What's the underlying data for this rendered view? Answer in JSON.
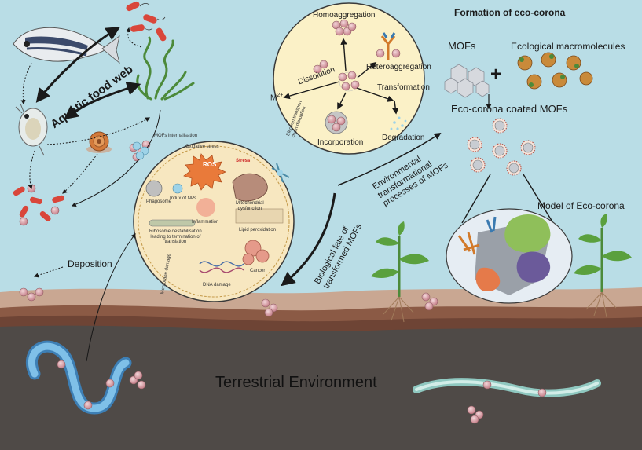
{
  "labels": {
    "aquatic_food_web": "Aquatic food web",
    "formation_eco_corona": "Formation of eco-corona",
    "mofs": "MOFs",
    "ecological_macromolecules": "Ecological macromolecules",
    "plus": "+",
    "eco_corona_coated": "Eco-corona coated MOFs",
    "model_eco_corona": "Model of Eco-corona",
    "environmental_processes": [
      "Environmental",
      "transformational",
      "processes of MOFs"
    ],
    "biological_fate": [
      "Biological fate of",
      "transformed MOFs"
    ],
    "deposition": "Deposition",
    "terrestrial_environment": "Terrestrial Environment",
    "mofs_internalisation": "MOFs internalisation",
    "electron_transport": [
      "Electron transport",
      "chain disruption"
    ],
    "membrane_damage": "Membrane damage"
  },
  "transformation_circle": {
    "homoaggregation": "Homoaggregation",
    "heteroaggregation": "Heteroaggregation",
    "dissolution": "Dissolution",
    "m2": "M",
    "m2_sup": "2+",
    "transformation": "Transformation",
    "incorporation": "Incorporation",
    "degradation": "Degradation"
  },
  "cell_circle": {
    "oxidative_stress": "Oxidative stress",
    "ros": "ROS",
    "stress": "Stress",
    "phagosome": "Phagosome",
    "influx": "Influx of NPs",
    "mitochondrial": [
      "Mitochondrial",
      "dysfunction"
    ],
    "inflammation": "Inflammation",
    "ribosome": [
      "Ribosome destabilisation",
      "leading to termination of",
      "translation"
    ],
    "lipid_peroxidation": "Lipid peroxidation",
    "dna_damage": "DNA damage",
    "cancer": "Cancer"
  },
  "colors": {
    "water": "#b9dde6",
    "soil_top": "#c9a792",
    "soil_mid": "#7a4d3c",
    "soil_dark": "#4f4a47",
    "circle_fill": "#fbf1c7",
    "circle_stroke": "#3a3a3a",
    "mof_pink": "#d9a0a8",
    "worm_blue": "#5aa3d4",
    "plant_green": "#4c8a3a"
  }
}
